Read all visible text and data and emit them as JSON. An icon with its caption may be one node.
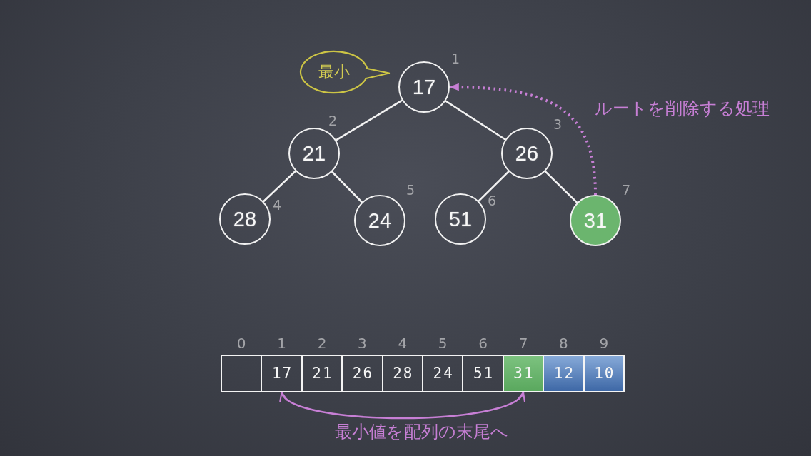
{
  "diagram": {
    "nodes": [
      {
        "text": [
          "最小"
        ]
      },
      {
        "text": [
          "17"
        ],
        "beside": [
          "1"
        ]
      },
      {
        "text": [
          "21"
        ],
        "beside": [
          "2"
        ]
      },
      {
        "text": [
          "26"
        ],
        "beside": [
          "3"
        ]
      },
      {
        "text": [
          "28"
        ],
        "beside": [
          "4"
        ]
      },
      {
        "text": [
          "24"
        ],
        "beside": [
          "5"
        ]
      },
      {
        "text": [
          "51"
        ],
        "beside": [
          "6"
        ]
      },
      {
        "text": [
          "31"
        ],
        "beside": [
          "7"
        ]
      },
      {
        "text": [],
        "shape": "box",
        "beside": [
          "0"
        ]
      },
      {
        "text": [
          "17"
        ],
        "beside": [
          "1"
        ]
      },
      {
        "text": [
          "21"
        ],
        "beside": [
          "2"
        ]
      },
      {
        "text": [
          "26"
        ],
        "beside": [
          "3"
        ]
      },
      {
        "text": [
          "28"
        ],
        "beside": [
          "4"
        ]
      },
      {
        "text": [
          "24"
        ],
        "beside": [
          "5"
        ]
      },
      {
        "text": [
          "51"
        ],
        "beside": [
          "6"
        ]
      },
      {
        "text": [
          "31"
        ],
        "beside": [
          "7"
        ]
      },
      {
        "text": [
          "12"
        ],
        "beside": [
          "8"
        ]
      },
      {
        "text": [
          "10"
        ],
        "beside": [
          "9"
        ]
      }
    ],
    "edges": [
      {
        "from": 1,
        "to": 2,
        "arrow": "none"
      },
      {
        "from": 1,
        "to": 3,
        "arrow": "none"
      },
      {
        "from": 2,
        "to": 4,
        "arrow": "none"
      },
      {
        "from": 2,
        "to": 5,
        "arrow": "none"
      },
      {
        "from": 3,
        "to": 6,
        "arrow": "none"
      },
      {
        "from": 3,
        "to": 7,
        "arrow": "none"
      },
      {
        "from": 7,
        "to": 1,
        "arrow": "to",
        "label": "ルートを削除する処理",
        "style": "dashed",
        "color": "#c77fd5"
      },
      {
        "from": 9,
        "to": 15,
        "arrow": "both",
        "label": "最小値を配列の末尾へ",
        "color": "#c77fd5"
      }
    ]
  }
}
